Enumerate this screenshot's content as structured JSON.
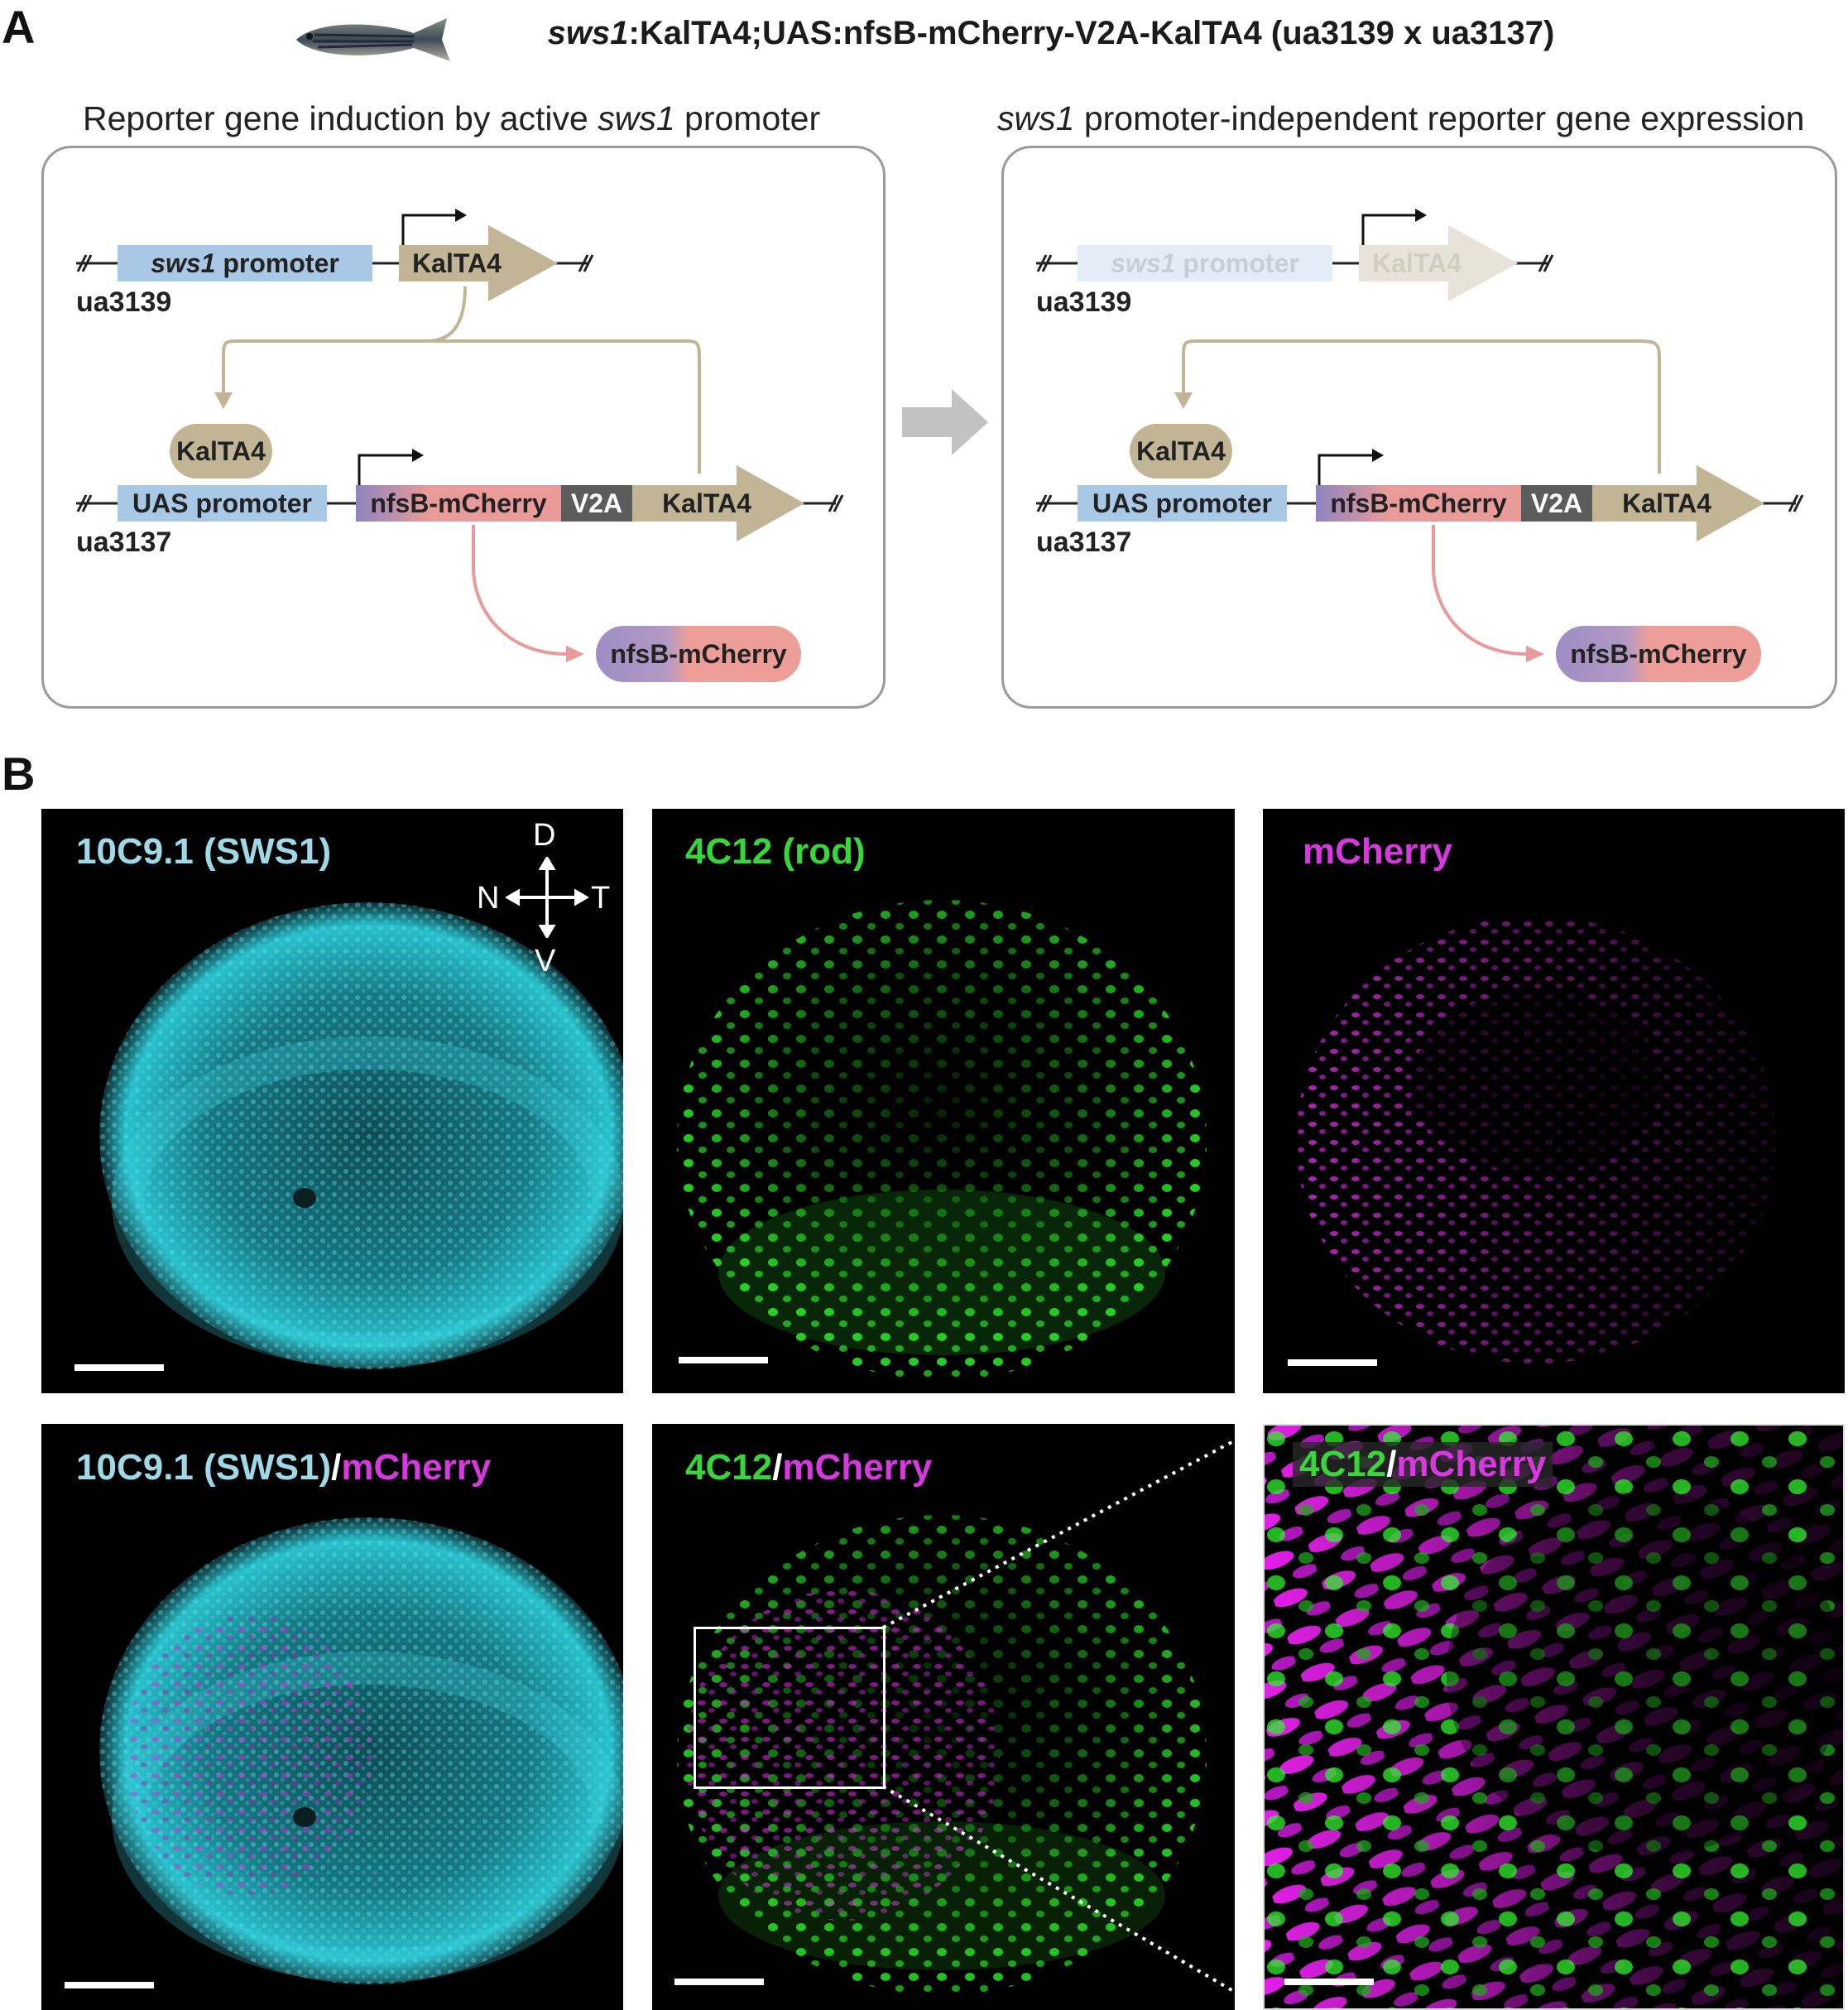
{
  "panel_a": {
    "letter": "A",
    "title_gene_italic": "sws1",
    "title_rest": ":KalTA4;UAS:nfsB-mCherry-V2A-KalTA4 (ua3139 x ua3137)",
    "left": {
      "subtitle_pre": "Reporter gene induction by active ",
      "subtitle_italic": "sws1",
      "subtitle_post": " promoter",
      "sws1_promoter_italic": "sws1",
      "sws1_promoter_rest": " promoter",
      "kalta4_gene": "KalTA4",
      "allele_top": "ua3139",
      "kalta4_protein": "KalTA4",
      "uas_promoter": "UAS promoter",
      "nfsb_mcherry": "nfsB-mCherry",
      "v2a": "V2A",
      "kalta4_gene_2": "KalTA4",
      "allele_bottom": "ua3137",
      "product": "nfsB-mCherry"
    },
    "right": {
      "subtitle_italic": "sws1",
      "subtitle_post": " promoter-independent reporter gene expression",
      "sws1_promoter_italic": "sws1",
      "sws1_promoter_rest": " promoter",
      "kalta4_gene": "KalTA4",
      "allele_top": "ua3139",
      "kalta4_protein": "KalTA4",
      "uas_promoter": "UAS promoter",
      "nfsb_mcherry": "nfsB-mCherry",
      "v2a": "V2A",
      "kalta4_gene_2": "KalTA4",
      "allele_bottom": "ua3137",
      "product": "nfsB-mCherry"
    }
  },
  "panel_b": {
    "letter": "B",
    "orientation": {
      "dorsal": "D",
      "nasal": "N",
      "temporal": "T",
      "ventral": "V"
    },
    "images": {
      "sws1": "10C9.1 (SWS1)",
      "rod": "4C12 (rod)",
      "mcherry": "mCherry",
      "merge1_a": "10C9.1 (SWS1)",
      "merge1_slash": "/",
      "merge1_b": "mCherry",
      "merge2_a": "4C12",
      "merge2_slash": "/",
      "merge2_b": "mCherry",
      "zoom_a": "4C12",
      "zoom_slash": "/",
      "zoom_b": "mCherry"
    }
  },
  "colors": {
    "sws1_promoter": "#a9c8e6",
    "kalta4": "#c2b596",
    "uas_promoter": "#a9c8e6",
    "mcherry": "#e89b99",
    "nfsb_purple": "#9d8cc4",
    "v2a": "#5c5c5c",
    "cyan_channel": "#29cbd8",
    "green_channel": "#2de02a",
    "magenta_channel": "#e020e0"
  }
}
